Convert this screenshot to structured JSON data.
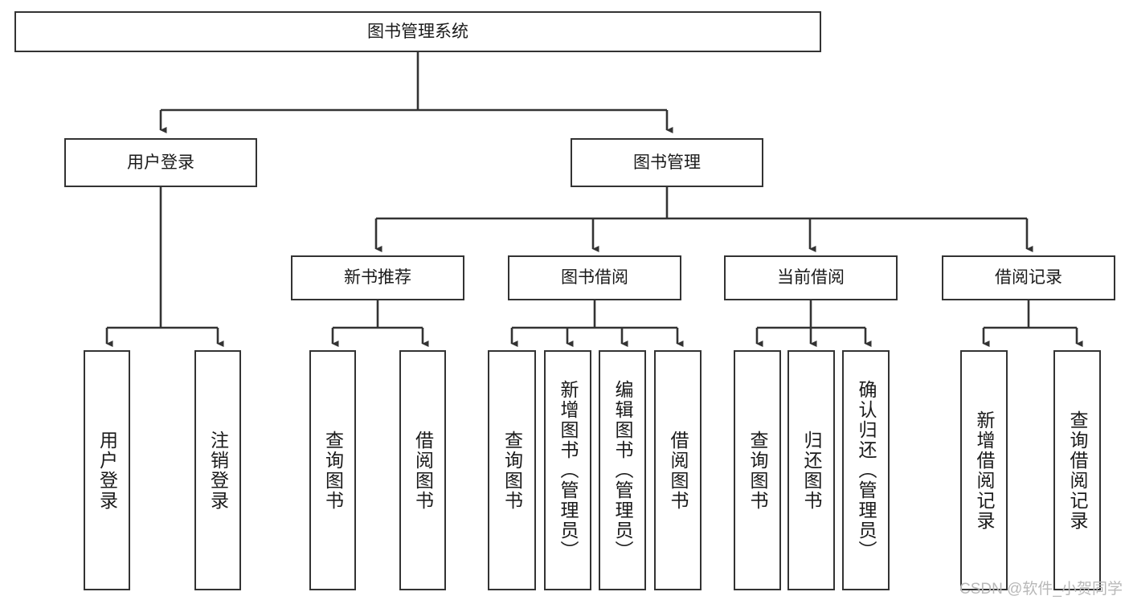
{
  "diagram": {
    "title": "图书管理系统",
    "watermark": "CSDN @软件_小贺同学",
    "colors": {
      "background": "#ffffff",
      "border": "#333333",
      "text": "#1a1a1a",
      "edge": "#333333",
      "watermark": "#b8b8b8"
    },
    "root": {
      "label": "图书管理系统"
    },
    "level2": [
      {
        "label": "用户登录"
      },
      {
        "label": "图书管理"
      }
    ],
    "level3": [
      {
        "label": "新书推荐"
      },
      {
        "label": "图书借阅"
      },
      {
        "label": "当前借阅"
      },
      {
        "label": "借阅记录"
      }
    ],
    "leaves": [
      {
        "label": "用户登录"
      },
      {
        "label": "注销登录"
      },
      {
        "label": "查询图书"
      },
      {
        "label": "借阅图书"
      },
      {
        "label": "查询图书"
      },
      {
        "label": "新增图书（管理员）"
      },
      {
        "label": "编辑图书（管理员）"
      },
      {
        "label": "借阅图书"
      },
      {
        "label": "查询图书"
      },
      {
        "label": "归还图书"
      },
      {
        "label": "确认归还（管理员）"
      },
      {
        "label": "新增借阅记录"
      },
      {
        "label": "查询借阅记录"
      }
    ]
  }
}
